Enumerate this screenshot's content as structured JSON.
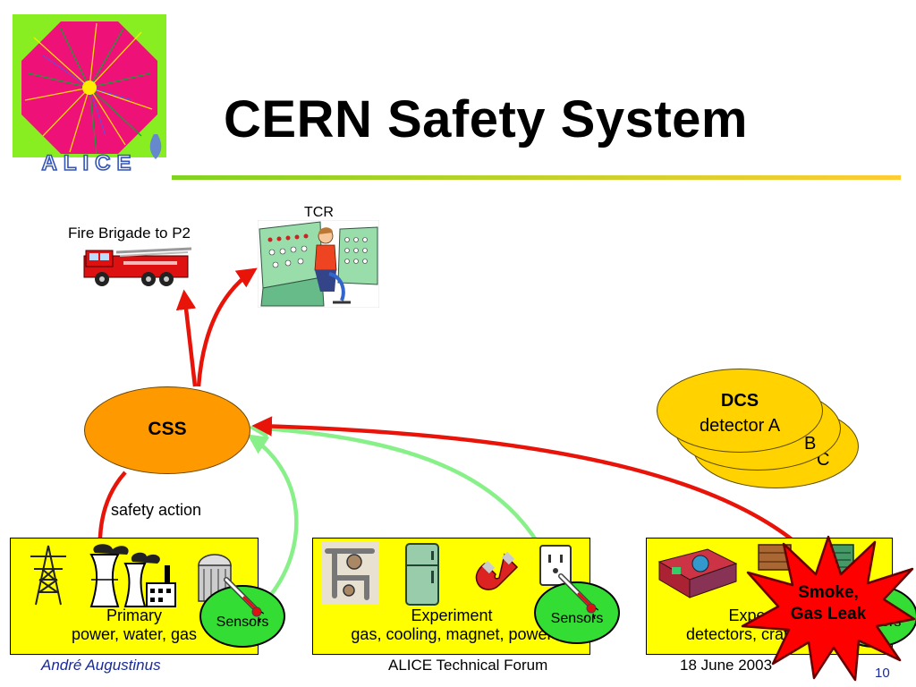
{
  "slide": {
    "title": "CERN Safety System",
    "logo_text": "ALICE",
    "labels": {
      "fire_brigade": "Fire Brigade to P2",
      "tcr": "TCR",
      "css": "CSS",
      "safety_action": "safety action"
    },
    "dcs": {
      "title": "DCS",
      "detector_a": "detector A",
      "detector_b": "B",
      "detector_c": "C"
    },
    "boxes": [
      {
        "line1": "Primary",
        "line2": "power, water, gas",
        "sensor_label": "Sensors"
      },
      {
        "line1": "Experiment",
        "line2": "gas, cooling, magnet, power",
        "sensor_label": "Sensors"
      },
      {
        "line1": "Experiment",
        "line2": "detectors, crates, racks",
        "sensor_label": "Sensors"
      }
    ],
    "alert": {
      "line1": "Smoke,",
      "line2": "Gas Leak"
    },
    "footer": {
      "author": "André Augustinus",
      "event": "ALICE Technical Forum",
      "date": "18 June 2003",
      "page": "10"
    },
    "colors": {
      "css_fill": "#ff9900",
      "dcs_fill": "#ffd200",
      "box_fill": "#ffff00",
      "sensor_fill": "#33dd33",
      "red_arrow": "#e8140a",
      "green_arrow": "#88f088",
      "alert_fill": "#ff0000"
    }
  }
}
